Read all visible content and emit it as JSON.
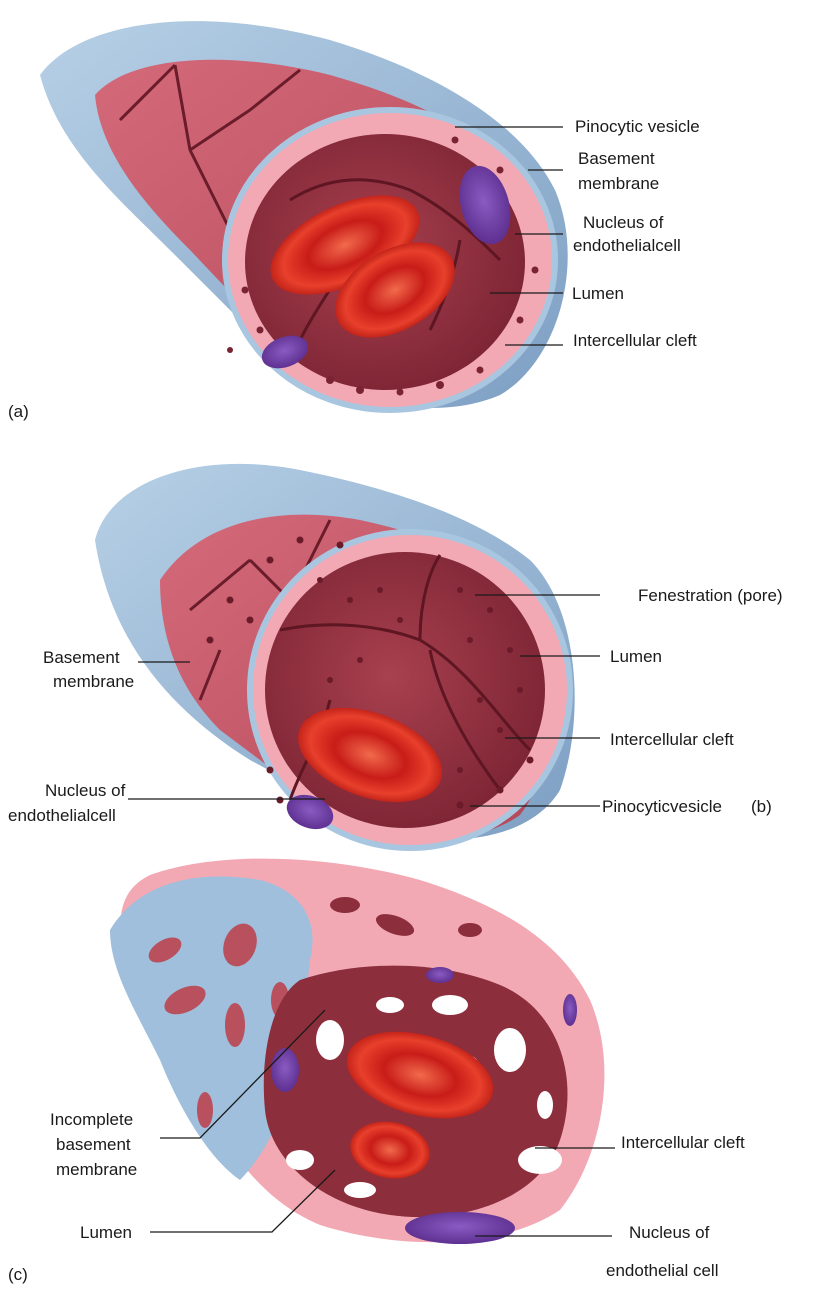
{
  "panels": [
    {
      "letter": "(a)",
      "labels": {
        "pinocytic_vesicle": "Pinocytic vesicle",
        "basement_membrane": [
          "Basement",
          "membrane"
        ],
        "nucleus": [
          "Nucleus of",
          "endothelialcell"
        ],
        "lumen": "Lumen",
        "intercellular_cleft": "Intercellular cleft"
      }
    },
    {
      "letter": "(b)",
      "labels": {
        "fenestration": "Fenestration (pore)",
        "lumen": "Lumen",
        "basement_membrane": [
          "Basement",
          "membrane"
        ],
        "intercellular_cleft": "Intercellular cleft",
        "nucleus": [
          "Nucleus of",
          "endothelialcell"
        ],
        "pinocytic_vesicle": "Pinocyticvesicle"
      }
    },
    {
      "letter": "(c)",
      "labels": {
        "incomplete_basement_membrane": [
          "Incomplete",
          "basement",
          "membrane"
        ],
        "intercellular_cleft": "Intercellular cleft",
        "lumen": "Lumen",
        "nucleus": [
          "Nucleus of",
          "endothelial cell"
        ]
      }
    }
  ],
  "colors": {
    "outer_blue": "#9fbfdc",
    "outer_blue_dark": "#6f93b8",
    "endothelium_pink": "#f2a9b4",
    "inner_wall": "#b5505f",
    "inner_wall_dark": "#8c2e3c",
    "rbc": "#d9261f",
    "rbc_light": "#f26a4c",
    "nucleus": "#6e3fa3"
  }
}
